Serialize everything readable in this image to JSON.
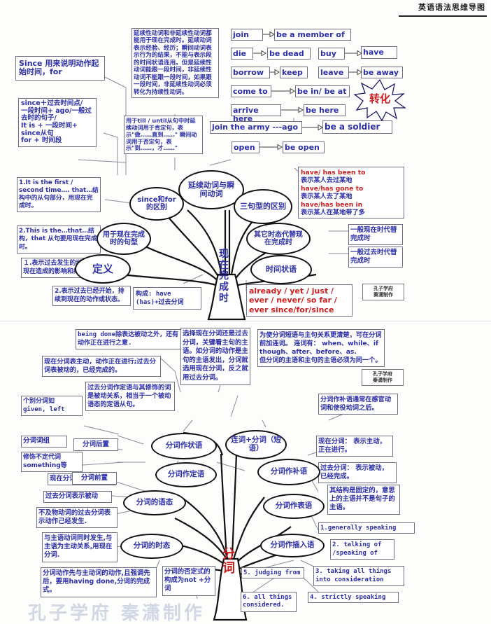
{
  "header": {
    "title": "英语语法思维导图"
  },
  "watermarks": [
    {
      "id": "wm1",
      "line1": "孔子学府",
      "line2": "秦潇制作"
    },
    {
      "id": "wm2",
      "line1": "孔子学府",
      "line2": "秦潇制作"
    }
  ],
  "section_present_perfect": {
    "center_label": "现在完成时",
    "nodes": [
      {
        "id": "n-yanxu",
        "label": "延续动词与瞬间动词"
      },
      {
        "id": "n-sincefor",
        "label": "since和for的区别"
      },
      {
        "id": "n-sanjuxing",
        "label": "三句型的区别"
      },
      {
        "id": "n-juxing",
        "label": "用于现在完成时的句型"
      },
      {
        "id": "n-qita",
        "label": "其它时态代替现在完成时"
      },
      {
        "id": "n-dingyi",
        "label": "定义"
      },
      {
        "id": "n-shijian",
        "label": "时间状语"
      }
    ],
    "boxes": [
      {
        "id": "b-since-main",
        "text": "Since 用来说明动作起始时间，for"
      },
      {
        "id": "b-since-detail",
        "text": "since＋过去时间点/\n一段时间+ ago/一般过去时的句子/\nIt is + 一段时间+ since从句\nfor + 时间段"
      },
      {
        "id": "b-yanxu-long",
        "text": "延续性动词和非延续性动词都能用于现在完成时。延续动词表示经验、经历；瞬间动词表示行为的结果，不能与表示段的时间状语连用。但是延续性动词能跟一段时间，非延续性动词不能跟一段时间，如果跟一段时间，非延续性动词必须转化为持续性动词。"
      },
      {
        "id": "b-till",
        "text": "用于till / until从句中时延续动词用于肯定句，表示\"做……直到……\" 瞬间动词用于否定句，表示\"到……，才……\""
      },
      {
        "id": "b-first",
        "text": "1.It is the first / second time…. that…结构中的从句部分，用现在完成时。"
      },
      {
        "id": "b-thisis",
        "text": "2.This is the…that…结构，that 从句要用现在完成时。"
      },
      {
        "id": "b-def1",
        "text": "１.表示过去发生的动作对现在造成的影响和结果。"
      },
      {
        "id": "b-def2",
        "text": "2.表示过去已经开始，持续到现在的动作或状态。"
      },
      {
        "id": "b-gou",
        "text": "构成:   have\n(has)+过去分词"
      },
      {
        "id": "b-general-present",
        "text": "一般现在时代替完成时"
      },
      {
        "id": "b-general-past",
        "text": "一般过去时代替完成时"
      }
    ],
    "been_box": {
      "id": "b-been",
      "lines": [
        {
          "text": "have/ has been to",
          "color": "red"
        },
        {
          "text": "表示某人去过某地",
          "color": "blue"
        },
        {
          "text": "have/has gone to",
          "color": "red"
        },
        {
          "text": "表示某人去了某地",
          "color": "blue"
        },
        {
          "text": "have/has been in",
          "color": "red"
        },
        {
          "text": "表示某人在某地带了多",
          "color": "blue"
        }
      ]
    },
    "adverb_box": {
      "id": "b-adverbs",
      "text": "already / yet / just /\never / never/ so far /\never since/for/since",
      "color": "red"
    },
    "verb_pairs": [
      {
        "id": "vp-join",
        "left": "join",
        "right": "be a member of"
      },
      {
        "id": "vp-die",
        "left": "die",
        "right": "be dead"
      },
      {
        "id": "vp-buy",
        "left": "buy",
        "right": "have"
      },
      {
        "id": "vp-borrow",
        "left": "borrow",
        "right": "keep"
      },
      {
        "id": "vp-leave",
        "left": "leave",
        "right": "be away"
      },
      {
        "id": "vp-cometo",
        "left": "come to",
        "right": "be in/ be at"
      },
      {
        "id": "vp-arrive",
        "left": "arrive here",
        "right": "be here"
      },
      {
        "id": "vp-army",
        "left": "join the army ---ago",
        "right": "be a soldier"
      },
      {
        "id": "vp-open",
        "left": "open",
        "right": "be open"
      }
    ],
    "burst_label": "转化"
  },
  "section_participle": {
    "center_label": "分词",
    "nodes": [
      {
        "id": "p-zhuangyu",
        "label": "分词作状语"
      },
      {
        "id": "p-lianci",
        "label": "连词+分词（短语）"
      },
      {
        "id": "p-dingyu",
        "label": "分词作定语"
      },
      {
        "id": "p-buyu",
        "label": "分词作补语"
      },
      {
        "id": "p-yutai",
        "label": "分词的语态"
      },
      {
        "id": "p-biaoyu",
        "label": "分词作表语"
      },
      {
        "id": "p-shitai",
        "label": "分词的时态"
      },
      {
        "id": "p-charuyu",
        "label": "分词作插入语"
      },
      {
        "id": "p-houzhi",
        "label": "分词后置"
      },
      {
        "id": "p-qianzhi",
        "label": "分词前置"
      }
    ],
    "boxes": [
      {
        "id": "q-beingdone",
        "text": "being done除表达被动之外，还有动作正在进行之意."
      },
      {
        "id": "q-xianzai-zhudong",
        "text": "现在分词表主动，动作正在进行;过去分词表被动的，已经完成的。"
      },
      {
        "id": "q-guoqu-dingyu",
        "text": "过去分词作定语与其修饰的词是被动关系，相当于一个被动语态的定语从句。"
      },
      {
        "id": "q-xuanze",
        "text": "选择现在分词还是过去分词，关键看主句的主语。如分词的动作是主句的主语发出，分词就选用现在分词，反之就用过去分词。"
      },
      {
        "id": "q-lianci",
        "text": "为使分词短语与主句关系更清楚，可在分词前加连词。 连词有： when、while、if though、after、before、as.\n    但分词的主语和主句的主语必须为同一个。"
      },
      {
        "id": "q-gebie",
        "text": "个别分词如\ngiven, left"
      },
      {
        "id": "q-cizu",
        "text": "分词词组"
      },
      {
        "id": "q-xiushi",
        "text": "修饰不定代词\nsomething等"
      },
      {
        "id": "q-buyu-note",
        "text": "分词作补语通常在感官动词和使役动词之后。"
      },
      {
        "id": "q-xianzai-biao",
        "text": "现在分词： 表示主动，正在进行。"
      },
      {
        "id": "q-guoqu-biao",
        "text": "过去分词： 表示被动，已经完成。"
      },
      {
        "id": "q-jiegou",
        "text": "其结构是固定的，意思上的主语并不是句子的主语。"
      },
      {
        "id": "q-zhudong",
        "text": "现在分词表示主动"
      },
      {
        "id": "q-beidong",
        "text": "过去分词表示被动"
      },
      {
        "id": "q-bujiwu",
        "text": "不及物动词的过去分词表示动作己经发生."
      },
      {
        "id": "q-tongshi",
        "text": "与主语动词同时发生,与主语为主动关系,用现在分词."
      },
      {
        "id": "q-xianhou",
        "text": "分词动作先与主动词的动作,且强调先后，要用having done,分词的完成式。"
      },
      {
        "id": "q-fouding",
        "text": "分词的否定式的构成为not +分词"
      }
    ],
    "insert_phrases": [
      {
        "id": "ip-1",
        "text": "1.generally speaking"
      },
      {
        "id": "ip-2",
        "text": "2. talking of /speaking of"
      },
      {
        "id": "ip-3",
        "text": "3. taking all things into consideration"
      },
      {
        "id": "ip-4",
        "text": "4. strictly speaking"
      },
      {
        "id": "ip-5",
        "text": "5. judging from"
      },
      {
        "id": "ip-6",
        "text": "6. all things considered."
      }
    ]
  }
}
